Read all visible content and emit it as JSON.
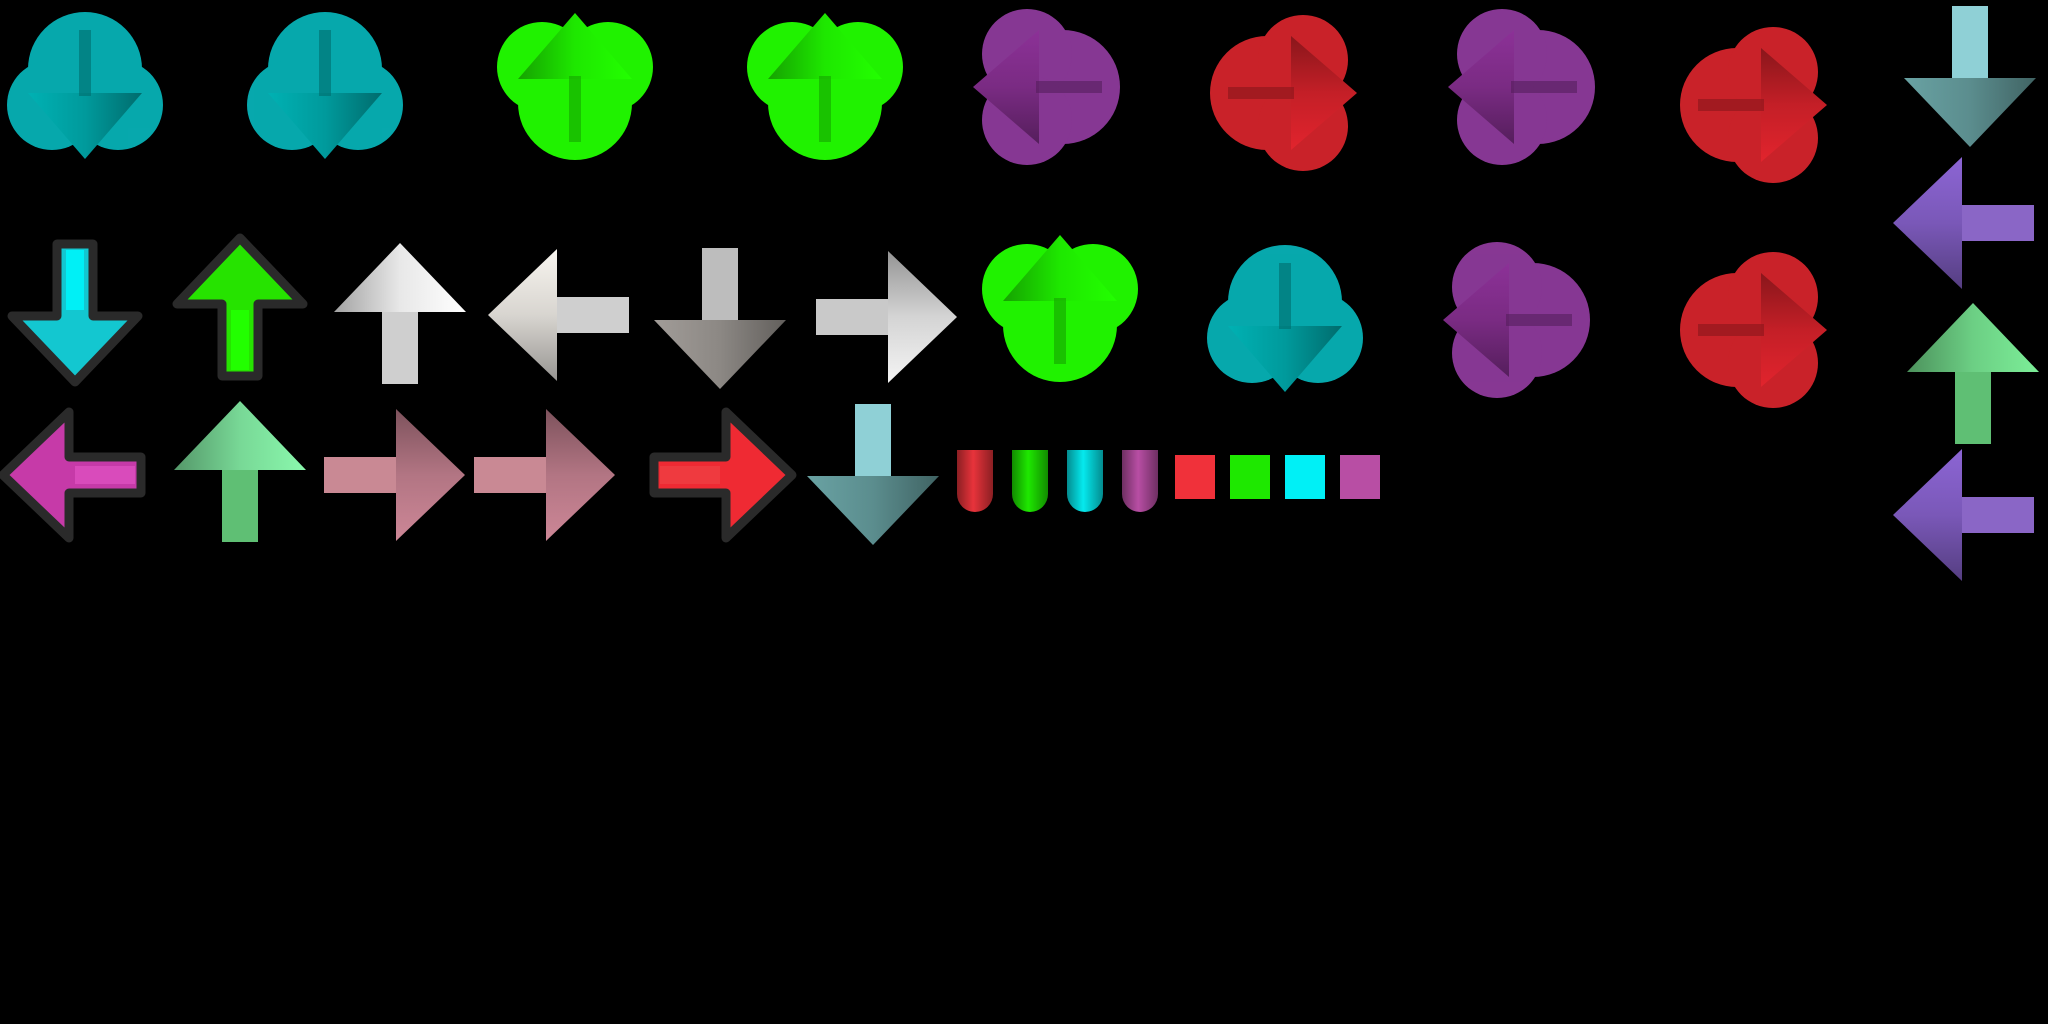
{
  "sprite_sheet": {
    "background": "#000000",
    "notes": [
      {
        "kind": "glow",
        "dir": "down",
        "color": "#009a9c",
        "glow": "#07b1b6"
      },
      {
        "kind": "glow",
        "dir": "down",
        "color": "#009a9c",
        "glow": "#07b1b6"
      },
      {
        "kind": "glow",
        "dir": "up",
        "color": "#1ee800",
        "glow": "#22ff00"
      },
      {
        "kind": "glow",
        "dir": "up",
        "color": "#1ee800",
        "glow": "#22ff00"
      },
      {
        "kind": "glow",
        "dir": "left",
        "color": "#7a2b83",
        "glow": "#8e3a9b"
      },
      {
        "kind": "glow",
        "dir": "right",
        "color": "#c41f27",
        "glow": "#d4242c"
      },
      {
        "kind": "glow",
        "dir": "left",
        "color": "#7a2b83",
        "glow": "#8e3a9b"
      },
      {
        "kind": "glow",
        "dir": "right",
        "color": "#c41f27",
        "glow": "#d4242c"
      },
      {
        "kind": "plain",
        "dir": "down",
        "color": "#5b8d8e",
        "stem": "#8fd0d6"
      },
      {
        "kind": "plain",
        "dir": "left",
        "color": "#7a58b8",
        "stem": "#8a66c6"
      },
      {
        "kind": "outlined",
        "dir": "down",
        "color": "#13c7d0",
        "stem": "#00f0f6"
      },
      {
        "kind": "outlined",
        "dir": "up",
        "color": "#26e300",
        "stem": "#22ff00"
      },
      {
        "kind": "plain",
        "dir": "up",
        "color": "#e8e8e8",
        "stem": "#cfcfcf"
      },
      {
        "kind": "plain",
        "dir": "left",
        "color": "#d8d5d0",
        "stem": "#cfcfcf"
      },
      {
        "kind": "plain",
        "dir": "down",
        "color": "#8c8884",
        "stem": "#bdbdbd"
      },
      {
        "kind": "plain",
        "dir": "right",
        "color": "#d4d4d4",
        "stem": "#c9c9c9"
      },
      {
        "kind": "glow",
        "dir": "up",
        "color": "#1ee800",
        "glow": "#22ff00"
      },
      {
        "kind": "glow",
        "dir": "down",
        "color": "#009a9c",
        "glow": "#07b1b6"
      },
      {
        "kind": "glow",
        "dir": "left",
        "color": "#7a2b83",
        "glow": "#8e3a9b"
      },
      {
        "kind": "glow",
        "dir": "right",
        "color": "#c41f27",
        "glow": "#d4242c"
      },
      {
        "kind": "plain",
        "dir": "up",
        "color": "#6ccf84",
        "stem": "#5fbf74"
      },
      {
        "kind": "outlined",
        "dir": "left",
        "color": "#c63aa8",
        "stem": "#d94bbb"
      },
      {
        "kind": "plain",
        "dir": "up",
        "color": "#78d896",
        "stem": "#5fbf74"
      },
      {
        "kind": "plain",
        "dir": "right",
        "color": "#b27583",
        "stem": "#c98994"
      },
      {
        "kind": "plain",
        "dir": "right",
        "color": "#b27583",
        "stem": "#c98994"
      },
      {
        "kind": "outlined",
        "dir": "right",
        "color": "#ef2a33",
        "stem": "#ef3a3f"
      },
      {
        "kind": "plain",
        "dir": "down",
        "color": "#5b8d8e",
        "stem": "#8fd0d6"
      },
      {
        "kind": "plain",
        "dir": "left",
        "color": "#7a58b8",
        "stem": "#8a66c6"
      }
    ],
    "holds": [
      {
        "shape": "cap",
        "color": "#e8333b"
      },
      {
        "shape": "cap",
        "color": "#1ee800"
      },
      {
        "shape": "cap",
        "color": "#05e9ee"
      },
      {
        "shape": "cap",
        "color": "#b84ea4"
      },
      {
        "shape": "square",
        "color": "#f0313a"
      },
      {
        "shape": "square",
        "color": "#1ee800"
      },
      {
        "shape": "square",
        "color": "#00f0f6"
      },
      {
        "shape": "square",
        "color": "#b84ea4"
      }
    ]
  }
}
